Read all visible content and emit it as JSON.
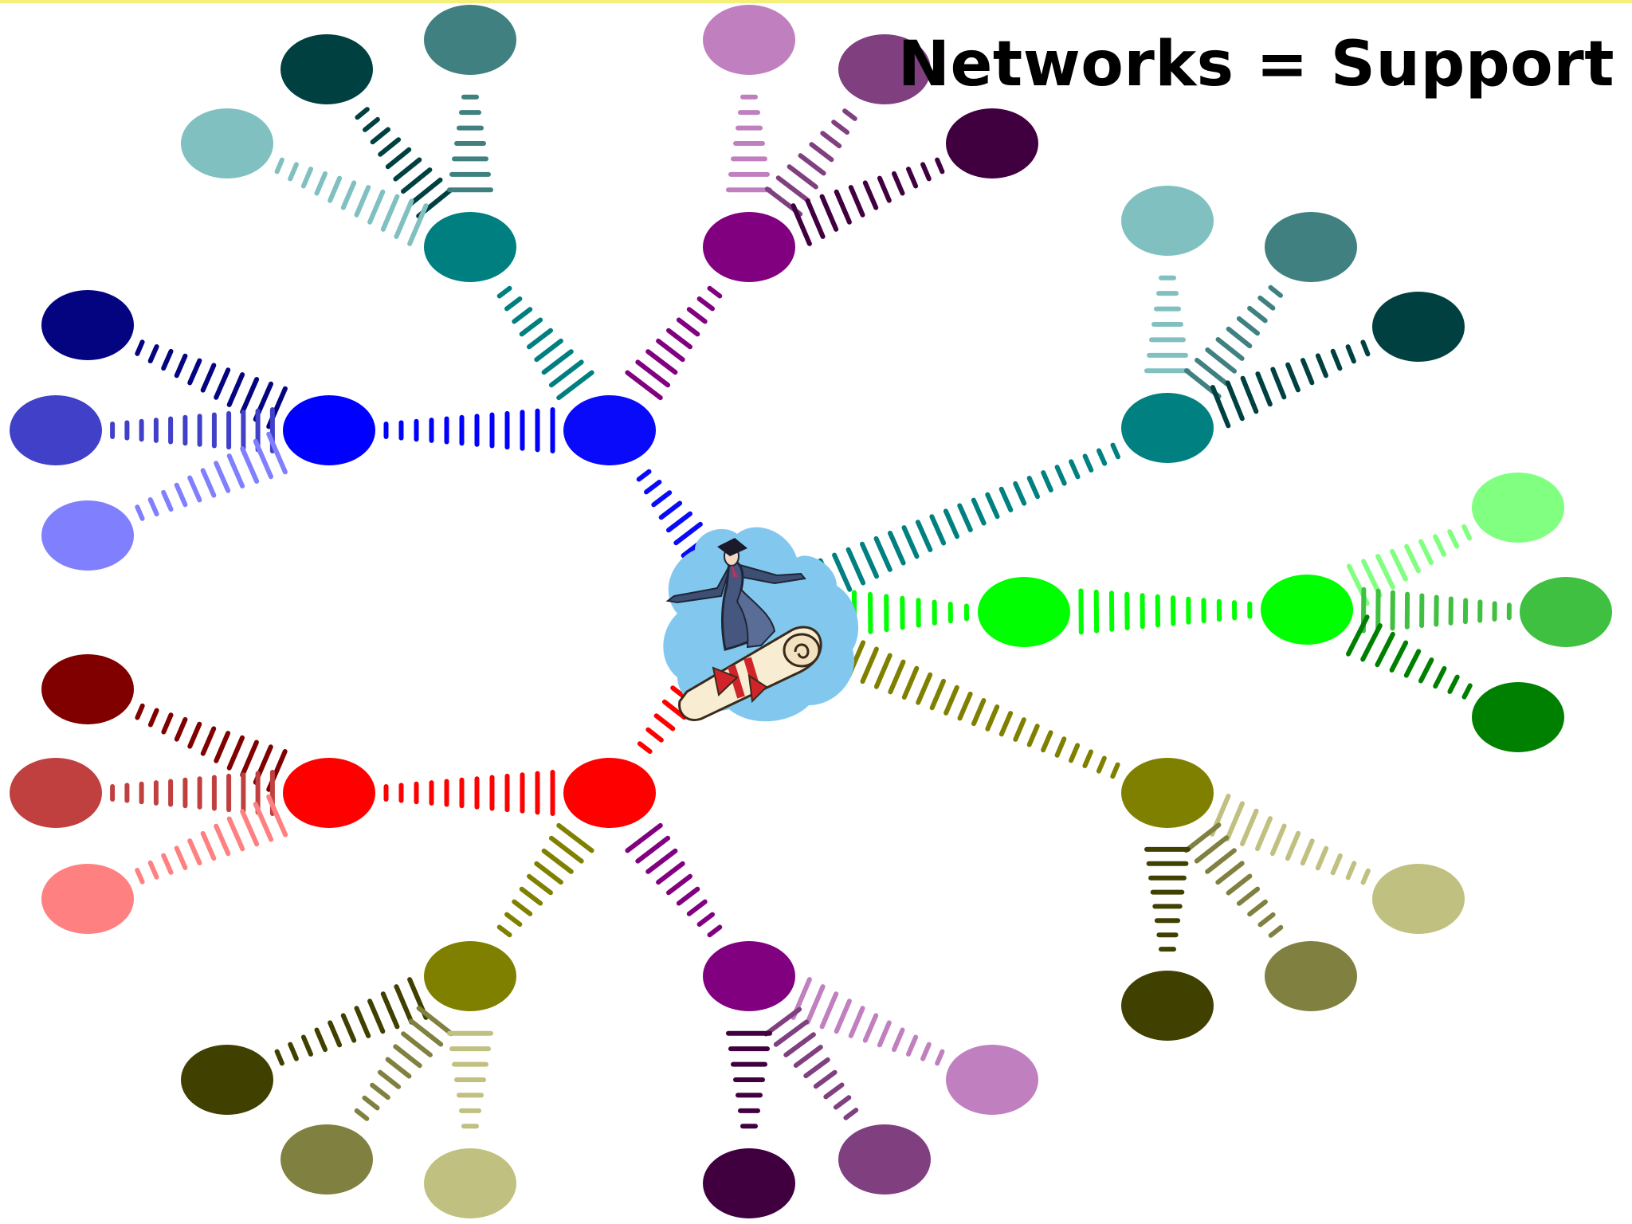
{
  "slide": {
    "title": "Networks = Support",
    "accent_line_color": "#f4f07a"
  },
  "center_figure": {
    "icon": "graduate-surfing-on-diploma-icon",
    "blob_color": "#82c8ee"
  },
  "diagram": {
    "hub": {
      "color": "#0a0afa"
    },
    "branches": [
      {
        "name": "blue",
        "color": "#0000ff",
        "leaves": [
          {
            "color": "#040480"
          },
          {
            "color": "#4040c8"
          },
          {
            "color": "#8080ff"
          }
        ]
      },
      {
        "name": "red",
        "color": "#ff0000",
        "leaves": [
          {
            "color": "#800000"
          },
          {
            "color": "#c04040"
          },
          {
            "color": "#ff8080"
          }
        ]
      },
      {
        "name": "teal",
        "color": "#007f80",
        "leaves": [
          {
            "color": "#004040"
          },
          {
            "color": "#408080"
          },
          {
            "color": "#80c0c0"
          }
        ]
      },
      {
        "name": "purple-top",
        "color": "#800080",
        "leaves": [
          {
            "color": "#c080c0"
          },
          {
            "color": "#804080"
          },
          {
            "color": "#400040"
          }
        ]
      },
      {
        "name": "teal-right",
        "color": "#008080",
        "leaves": [
          {
            "color": "#80c0c0"
          },
          {
            "color": "#408080"
          },
          {
            "color": "#004040"
          }
        ]
      },
      {
        "name": "green",
        "color": "#00ff00",
        "leaves": [
          {
            "color": "#80ff80"
          },
          {
            "color": "#40c040"
          },
          {
            "color": "#008000"
          }
        ]
      },
      {
        "name": "olive-right",
        "color": "#808000",
        "leaves": [
          {
            "color": "#c0c080"
          },
          {
            "color": "#808040"
          },
          {
            "color": "#404000"
          }
        ]
      },
      {
        "name": "purple-bottom",
        "color": "#800080",
        "leaves": [
          {
            "color": "#c080c0"
          },
          {
            "color": "#804080"
          },
          {
            "color": "#400040"
          }
        ]
      },
      {
        "name": "olive-bottom",
        "color": "#808000",
        "leaves": [
          {
            "color": "#404000"
          },
          {
            "color": "#808040"
          },
          {
            "color": "#c0c080"
          }
        ]
      }
    ]
  }
}
